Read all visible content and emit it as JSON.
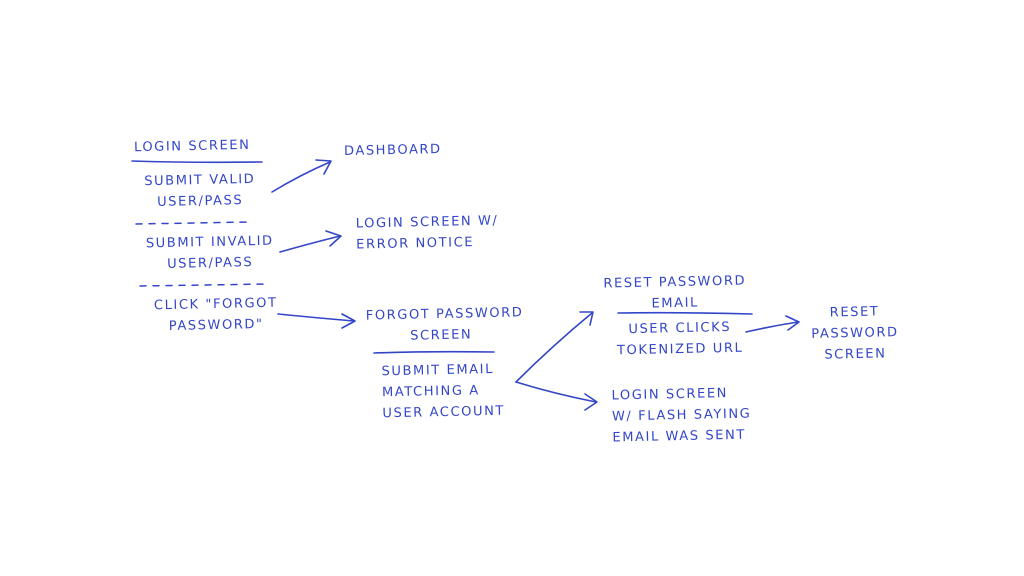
{
  "colors": {
    "ink": "#3346c8",
    "background": "#ffffff"
  },
  "login": {
    "title": "LOGIN SCREEN",
    "valid": [
      "SUBMIT VALID",
      "USER/PASS"
    ],
    "invalid": [
      "SUBMIT INVALID",
      "USER/PASS"
    ],
    "forgot": [
      "CLICK \"FORGOT",
      "PASSWORD\""
    ]
  },
  "dashboard": {
    "label": "DASHBOARD"
  },
  "login_error": {
    "lines": [
      "LOGIN SCREEN W/",
      "ERROR NOTICE"
    ]
  },
  "forgot_screen": {
    "title": [
      "FORGOT PASSWORD",
      "SCREEN"
    ],
    "action": [
      "SUBMIT EMAIL",
      "MATCHING A",
      "USER ACCOUNT"
    ]
  },
  "reset_email": {
    "title": [
      "RESET PASSWORD",
      "EMAIL"
    ],
    "action": [
      "USER CLICKS",
      "TOKENIZED URL"
    ]
  },
  "login_flash": {
    "lines": [
      "LOGIN SCREEN",
      "W/ FLASH SAYING",
      "EMAIL WAS SENT"
    ]
  },
  "reset_screen": {
    "lines": [
      "RESET",
      "PASSWORD",
      "SCREEN"
    ]
  }
}
